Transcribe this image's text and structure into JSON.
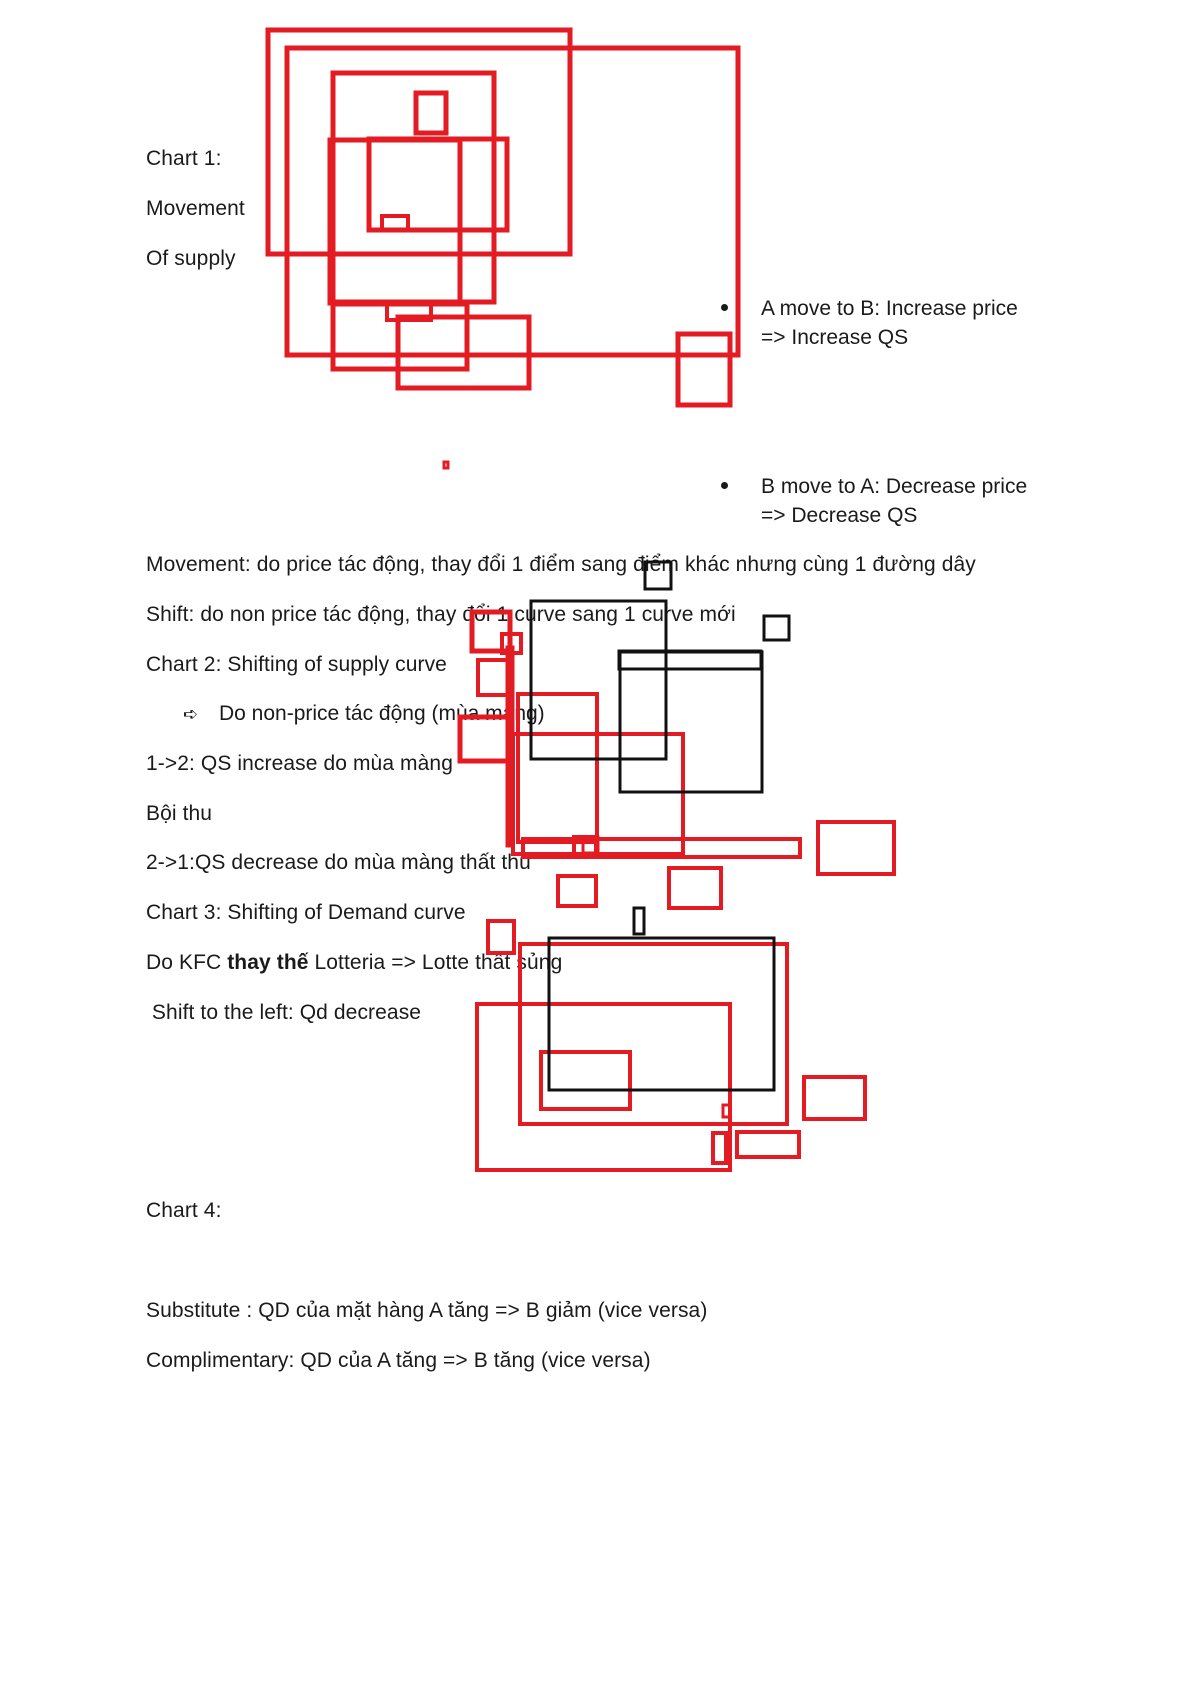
{
  "chart1": {
    "label_1": "Chart 1:",
    "label_2": "Movement",
    "label_3": "Of supply"
  },
  "bullets": [
    {
      "line1": "A move to B: Increase price",
      "line2": "=> Increase QS"
    },
    {
      "line1": "B move to A: Decrease price",
      "line2": "=> Decrease QS"
    }
  ],
  "body": {
    "movement": "Movement: do price tác động, thay đổi 1 điểm sang điểm khác nhưng cùng 1 đường dây",
    "shift": "Shift: do non price tác động, thay đổi 1 curve sang 1 curve mới",
    "chart2": "Chart 2: Shifting of supply curve",
    "arrow_glyph": "➪",
    "non_price": "Do non-price tác động (mùa màng)",
    "qs_increase": "1->2: QS increase do mùa màng",
    "boi_thu": "Bội thu",
    "qs_decrease": "2->1:QS decrease do mùa màng thất thu",
    "chart3": "Chart 3: Shifting of Demand curve",
    "kfc_pre": "Do KFC ",
    "kfc_bold": "thay thế",
    "kfc_post": " Lotteria => Lotte thất sủng",
    "shift_left": " Shift to the left: Qd decrease",
    "chart4": "Chart 4:",
    "substitute": "Substitute : QD của mặt hàng A tăng => B giảm (vice versa)",
    "complimentary": "Complimentary: QD của A tăng => B tăng (vice versa)"
  },
  "colors": {
    "red_box": "#e31b23",
    "black_box": "#111111"
  }
}
